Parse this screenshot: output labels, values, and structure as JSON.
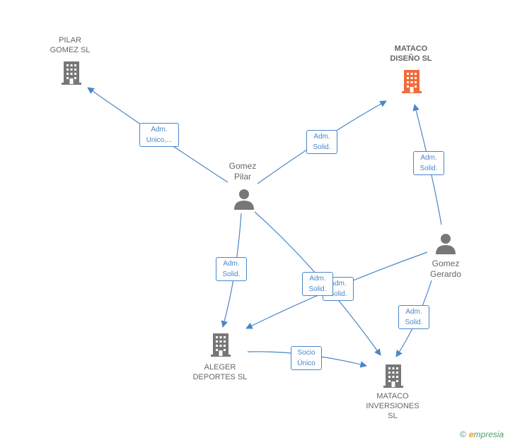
{
  "nodes": {
    "pilar_gomez_sl": {
      "label": "PILAR\nGOMEZ  SL",
      "color": "#777777"
    },
    "mataco_diseno_sl": {
      "label": "MATACO\nDISEÑO  SL",
      "color": "#f26b3a"
    },
    "aleger_deportes_sl": {
      "label": "ALEGER\nDEPORTES SL",
      "color": "#777777"
    },
    "mataco_inversiones_sl": {
      "label": "MATACO\nINVERSIONES\nSL",
      "color": "#777777"
    },
    "gomez_pilar": {
      "label": "Gomez\nPilar",
      "color": "#777777"
    },
    "gomez_gerardo": {
      "label": "Gomez\nGerardo",
      "color": "#777777"
    }
  },
  "edges": {
    "e1": "Adm.\nUnico,...",
    "e2": "Adm.\nSolid.",
    "e3": "Adm.\nSolid.",
    "e4": "Adm.\nSolid.",
    "e5": "Adm.\nSolid.",
    "e6": "Adm.\nSolid.",
    "e7": "Adm.\nSolid.",
    "e8": "Socio\nÚnico"
  },
  "edge_color": "#4a86c8",
  "footer": {
    "copyright_symbol": "©",
    "brand_first": "e",
    "brand_rest": "mpresia"
  }
}
